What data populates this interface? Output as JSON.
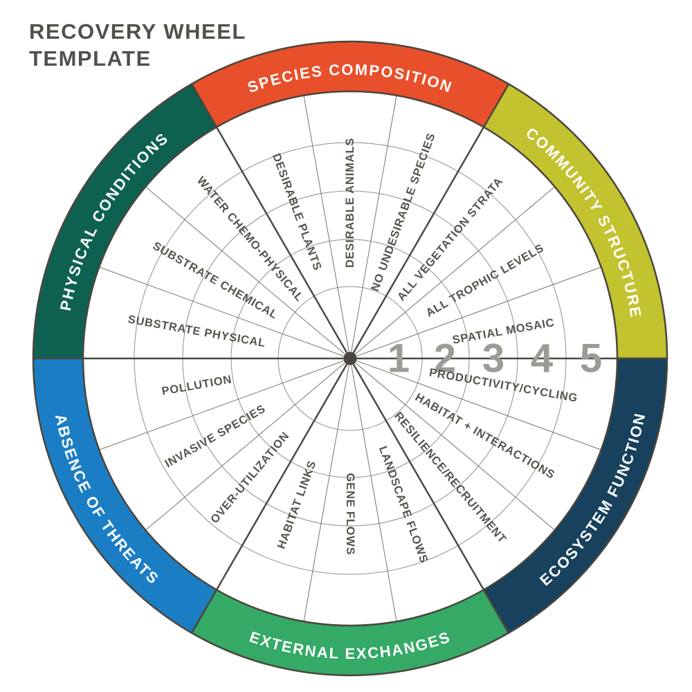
{
  "title": {
    "line1": "RECOVERY WHEEL",
    "line2": "TEMPLATE"
  },
  "colors": {
    "background": "#ffffff",
    "title_text": "#50514a",
    "outline": "#4a453d",
    "category_line": "#4a4a42",
    "sector_line": "#73736c",
    "ring_line": "#8d8d86",
    "attribute_text": "#54554c",
    "scale_numbers": "#9c9c94",
    "segment_text": "#ffffff",
    "center_dot": "#4a453d"
  },
  "chart_data": {
    "type": "radial-wheel-template",
    "title": "RECOVERY WHEEL TEMPLATE",
    "rings": 5,
    "scale_numbers": [
      1,
      2,
      3,
      4,
      5
    ],
    "scale_range": [
      1,
      5
    ],
    "sector_angle_degrees": 20,
    "categories": [
      {
        "label": "COMMUNITY STRUCTURE",
        "color": "#c3c22f",
        "start_angle": 0,
        "end_angle": 60,
        "attributes": [
          {
            "label": "SPATIAL MOSAIC",
            "start_angle": 0,
            "end_angle": 20
          },
          {
            "label": "ALL TROPHIC LEVELS",
            "start_angle": 20,
            "end_angle": 40
          },
          {
            "label": "ALL VEGETATION STRATA",
            "start_angle": 40,
            "end_angle": 60
          }
        ]
      },
      {
        "label": "SPECIES COMPOSITION",
        "color": "#e8502b",
        "start_angle": 60,
        "end_angle": 120,
        "attributes": [
          {
            "label": "NO UNDESIRABLE SPECIES",
            "start_angle": 60,
            "end_angle": 80
          },
          {
            "label": "DESIRABLE ANIMALS",
            "start_angle": 80,
            "end_angle": 100
          },
          {
            "label": "DESIRABLE PLANTS",
            "start_angle": 100,
            "end_angle": 120
          }
        ]
      },
      {
        "label": "PHYSICAL CONDITIONS",
        "color": "#0e6150",
        "start_angle": 120,
        "end_angle": 180,
        "attributes": [
          {
            "label": "WATER CHEMO-PHYSICAL",
            "start_angle": 120,
            "end_angle": 140
          },
          {
            "label": "SUBSTRATE CHEMICAL",
            "start_angle": 140,
            "end_angle": 160
          },
          {
            "label": "SUBSTRATE PHYSICAL",
            "start_angle": 160,
            "end_angle": 180
          }
        ]
      },
      {
        "label": "ABSENCE OF THREATS",
        "color": "#1b7ec5",
        "start_angle": 180,
        "end_angle": 240,
        "attributes": [
          {
            "label": "POLLUTION",
            "start_angle": 180,
            "end_angle": 200
          },
          {
            "label": "INVASIVE SPECIES",
            "start_angle": 200,
            "end_angle": 220
          },
          {
            "label": "OVER-UTILIZATION",
            "start_angle": 220,
            "end_angle": 240
          }
        ]
      },
      {
        "label": "EXTERNAL EXCHANGES",
        "color": "#35a966",
        "start_angle": 240,
        "end_angle": 300,
        "attributes": [
          {
            "label": "HABITAT LINKS",
            "start_angle": 240,
            "end_angle": 260
          },
          {
            "label": "GENE FLOWS",
            "start_angle": 260,
            "end_angle": 280
          },
          {
            "label": "LANDSCAPE FLOWS",
            "start_angle": 280,
            "end_angle": 300
          }
        ]
      },
      {
        "label": "ECOSYSTEM FUNCTION",
        "color": "#17415d",
        "start_angle": 300,
        "end_angle": 360,
        "attributes": [
          {
            "label": "RESILIENCE/RECRUITMENT",
            "start_angle": 300,
            "end_angle": 320
          },
          {
            "label": "HABITAT + INTERACTIONS",
            "start_angle": 320,
            "end_angle": 340
          },
          {
            "label": "PRODUCTIVITY/CYCLING",
            "start_angle": 340,
            "end_angle": 360
          }
        ]
      }
    ]
  }
}
